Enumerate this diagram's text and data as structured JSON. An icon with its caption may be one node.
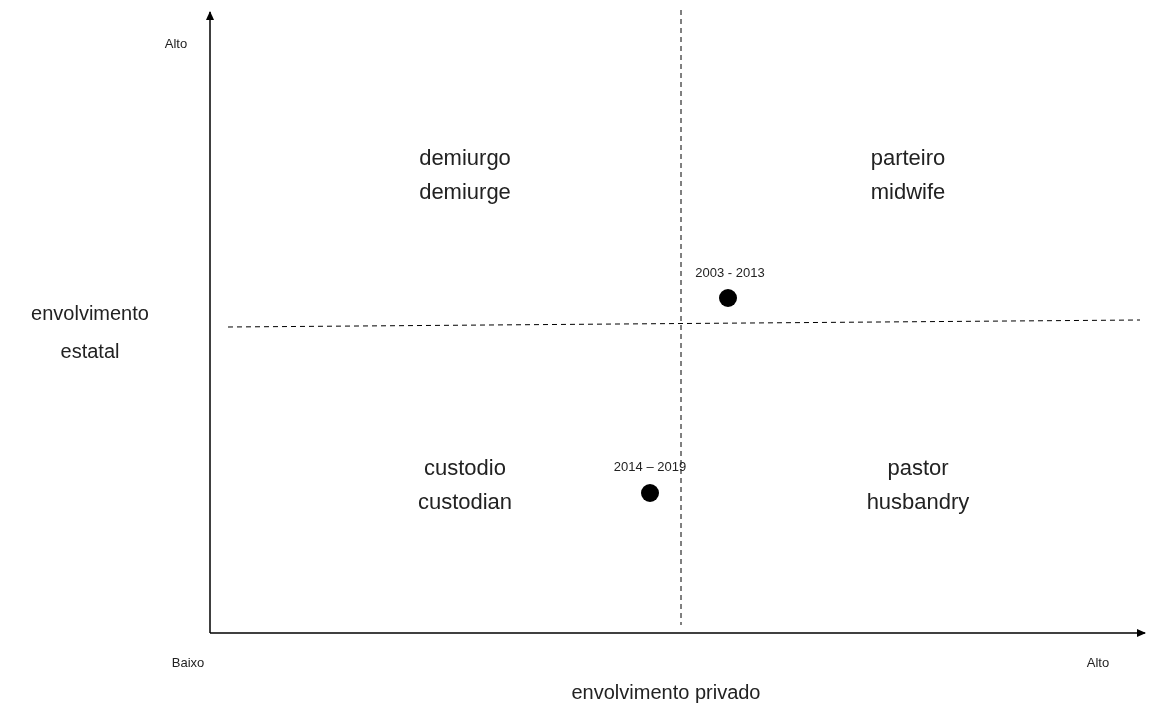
{
  "diagram": {
    "labels": [
      "Alto",
      "demiurgo",
      "demiurge",
      "parteiro",
      "midwife",
      "2003 - 2013",
      "envolvimento estatal",
      "custodio",
      "custodian",
      "2014 – 2019",
      "pastor",
      "husbandry",
      "Baixo",
      "Alto",
      "envolvimento privado"
    ]
  }
}
